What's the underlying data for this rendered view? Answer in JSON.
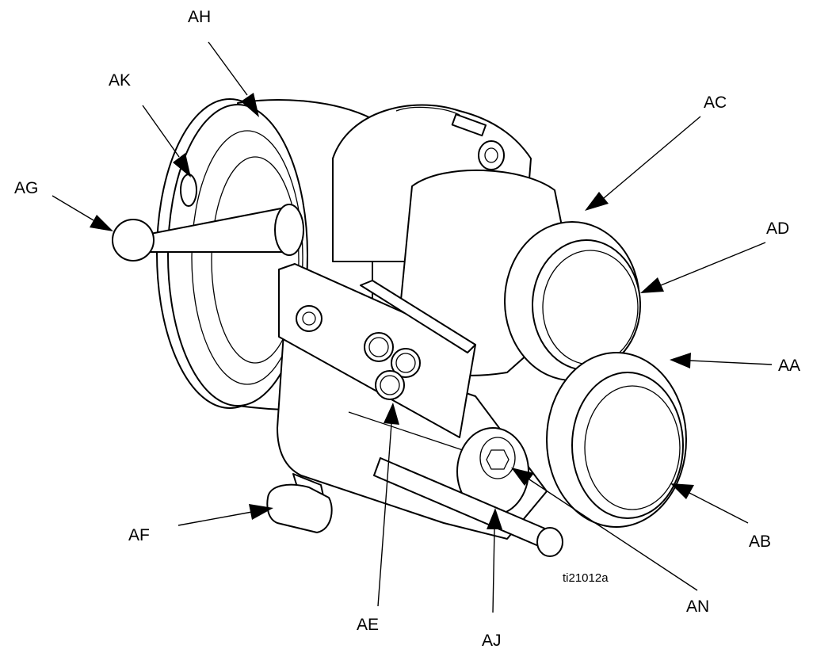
{
  "figure_ref": "ti21012a",
  "callouts": [
    {
      "id": "AH",
      "text": "AH"
    },
    {
      "id": "AK",
      "text": "AK"
    },
    {
      "id": "AG",
      "text": "AG"
    },
    {
      "id": "AC",
      "text": "AC"
    },
    {
      "id": "AD",
      "text": "AD"
    },
    {
      "id": "AA",
      "text": "AA"
    },
    {
      "id": "AB",
      "text": "AB"
    },
    {
      "id": "AF",
      "text": "AF"
    },
    {
      "id": "AE",
      "text": "AE"
    },
    {
      "id": "AN",
      "text": "AN"
    },
    {
      "id": "AJ",
      "text": "AJ"
    }
  ]
}
